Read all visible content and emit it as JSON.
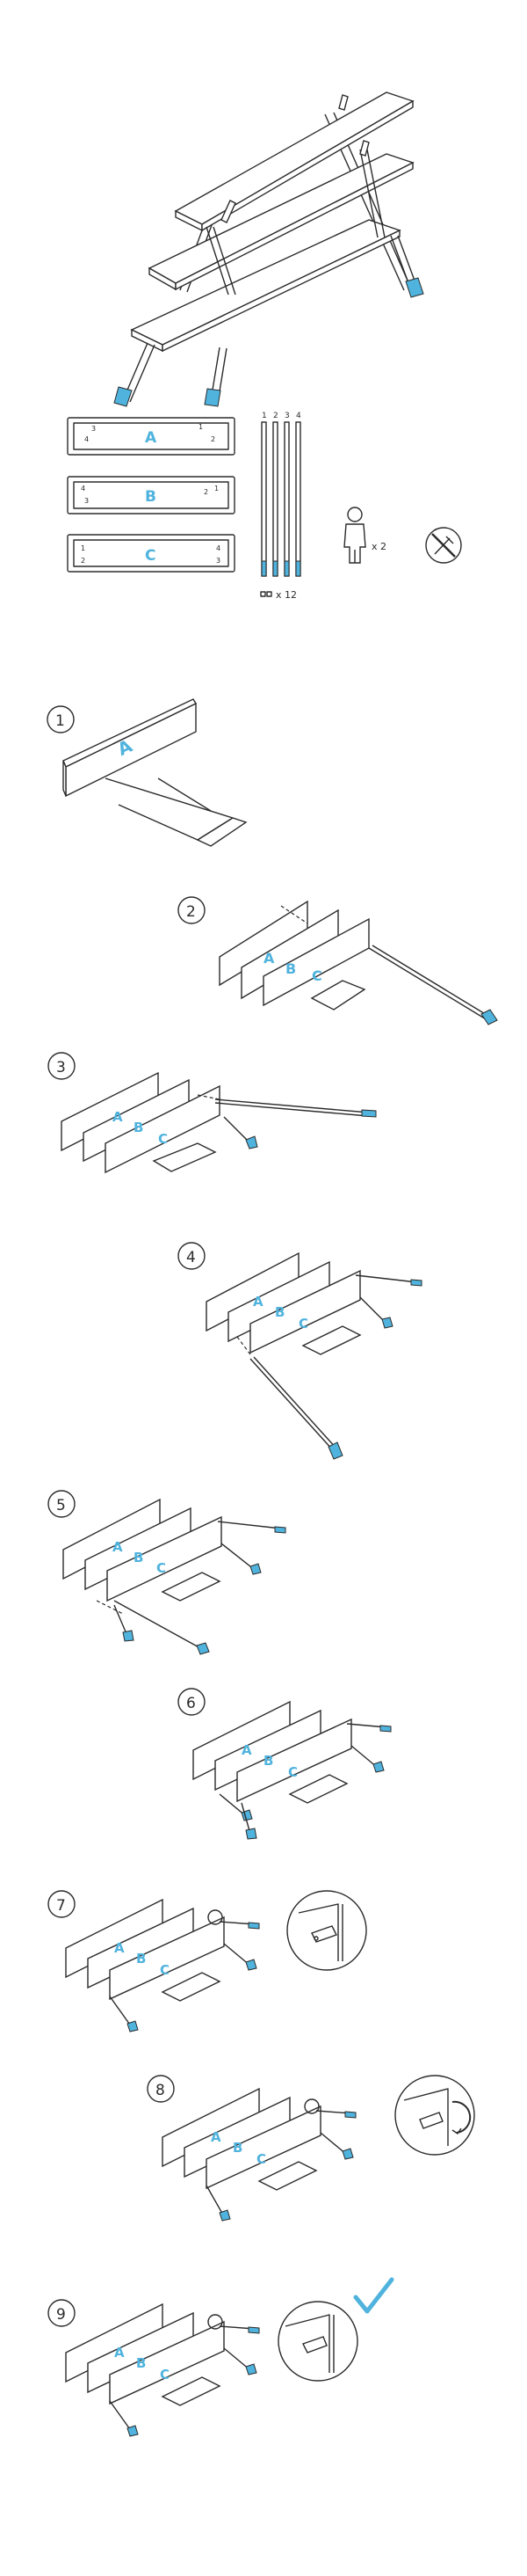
{
  "parts": {
    "boards": [
      {
        "letter": "A",
        "n1": "1",
        "n2": "2",
        "n3": "3",
        "n4": "4"
      },
      {
        "letter": "B",
        "n1": "3",
        "n2": "4",
        "n3": "1",
        "n4": "2"
      },
      {
        "letter": "C",
        "n1": "1",
        "n2": "2",
        "n3": "3",
        "n4": "4"
      }
    ],
    "legs": [
      "1",
      "2",
      "3",
      "4"
    ],
    "screws_qty": "x 12",
    "people_qty": "x 2"
  },
  "steps": [
    "1",
    "2",
    "3",
    "4",
    "5",
    "6",
    "7",
    "8",
    "9"
  ],
  "board_letters": [
    "A",
    "B",
    "C"
  ],
  "accent_color": "#4fb3dd",
  "icons": [
    "person-icon",
    "no-tools-icon",
    "checkmark-icon"
  ]
}
